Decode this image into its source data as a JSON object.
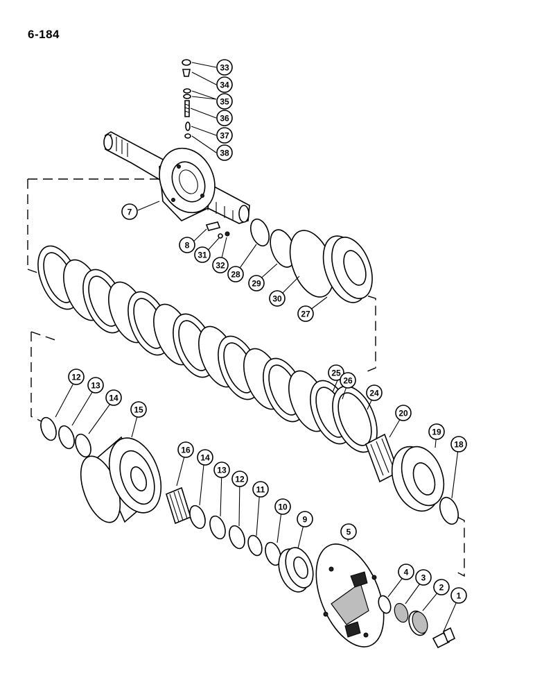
{
  "page_number": "6-184",
  "callouts": [
    {
      "label": "33"
    },
    {
      "label": "34"
    },
    {
      "label": "35"
    },
    {
      "label": "36"
    },
    {
      "label": "37"
    },
    {
      "label": "38"
    },
    {
      "label": "7"
    },
    {
      "label": "8"
    },
    {
      "label": "31"
    },
    {
      "label": "32"
    },
    {
      "label": "28"
    },
    {
      "label": "29"
    },
    {
      "label": "30"
    },
    {
      "label": "27"
    },
    {
      "label": "25"
    },
    {
      "label": "26"
    },
    {
      "label": "24"
    },
    {
      "label": "20"
    },
    {
      "label": "19"
    },
    {
      "label": "18"
    },
    {
      "label": "12"
    },
    {
      "label": "13"
    },
    {
      "label": "14"
    },
    {
      "label": "15"
    },
    {
      "label": "16"
    },
    {
      "label": "14"
    },
    {
      "label": "13"
    },
    {
      "label": "12"
    },
    {
      "label": "11"
    },
    {
      "label": "10"
    },
    {
      "label": "9"
    },
    {
      "label": "5"
    },
    {
      "label": "4"
    },
    {
      "label": "3"
    },
    {
      "label": "2"
    },
    {
      "label": "1"
    }
  ]
}
